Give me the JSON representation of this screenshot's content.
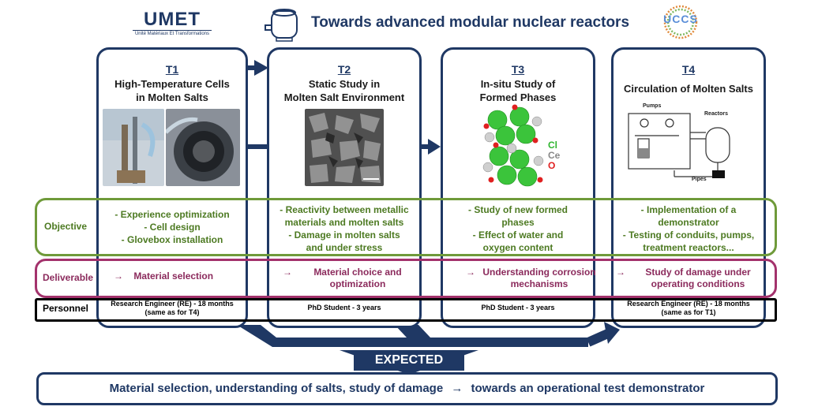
{
  "header": {
    "title": "Towards advanced modular nuclear reactors",
    "logo_left": "UMET",
    "logo_left_sub": "Unité Matériaux Et Transformations",
    "logo_right": "UCCS"
  },
  "tasks": [
    {
      "id": "T1",
      "title_line1": "High-Temperature Cells",
      "title_line2": "in Molten Salts"
    },
    {
      "id": "T2",
      "title_line1": "Static Study in",
      "title_line2": "Molten Salt Environment"
    },
    {
      "id": "T3",
      "title_line1": "In-situ Study of",
      "title_line2": "Formed Phases"
    },
    {
      "id": "T4",
      "title_line1": "Circulation of Molten Salts",
      "title_line2": ""
    }
  ],
  "t3_legend": {
    "cl": "Cl",
    "ce": "Ce",
    "o": "O"
  },
  "t4_diagram": {
    "pumps": "Pumps",
    "reactors": "Reactors",
    "pipes": "Pipes"
  },
  "rows": {
    "objective_label": "Objective",
    "deliverable_label": "Deliverable",
    "personnel_label": "Personnel"
  },
  "objectives": [
    [
      "- Experience optimization",
      "- Cell design",
      "- Glovebox installation"
    ],
    [
      "- Reactivity between metallic",
      "materials and molten salts",
      "- Damage in molten salts",
      "and under stress"
    ],
    [
      "- Study of new formed",
      "phases",
      "- Effect of water and",
      "oxygen content"
    ],
    [
      "- Implementation of a",
      "demonstrator",
      "- Testing of conduits, pumps,",
      "treatment reactors..."
    ]
  ],
  "deliverables": [
    [
      "Material selection"
    ],
    [
      "Material choice and",
      "optimization"
    ],
    [
      "Understanding corrosion",
      "mechanisms"
    ],
    [
      "Study of damage under",
      "operating conditions"
    ]
  ],
  "personnel": [
    [
      "Research Engineer (RE) - 18 months",
      "(same as for T4)"
    ],
    [
      "PhD Student - 3 years"
    ],
    [
      "PhD Student - 3 years"
    ],
    [
      "Research Engineer (RE) - 18 months",
      "(same as for T1)"
    ]
  ],
  "arrow_symbol": "→",
  "expected_label": "EXPECTED",
  "bottom": {
    "left": "Material selection, understanding of salts, study of damage",
    "arrow": "→",
    "right": "towards an operational test demonstrator"
  },
  "colors": {
    "navy": "#1f3864",
    "objective": "#6f9a3a",
    "deliverable": "#a3326c",
    "personnel": "#000000"
  }
}
